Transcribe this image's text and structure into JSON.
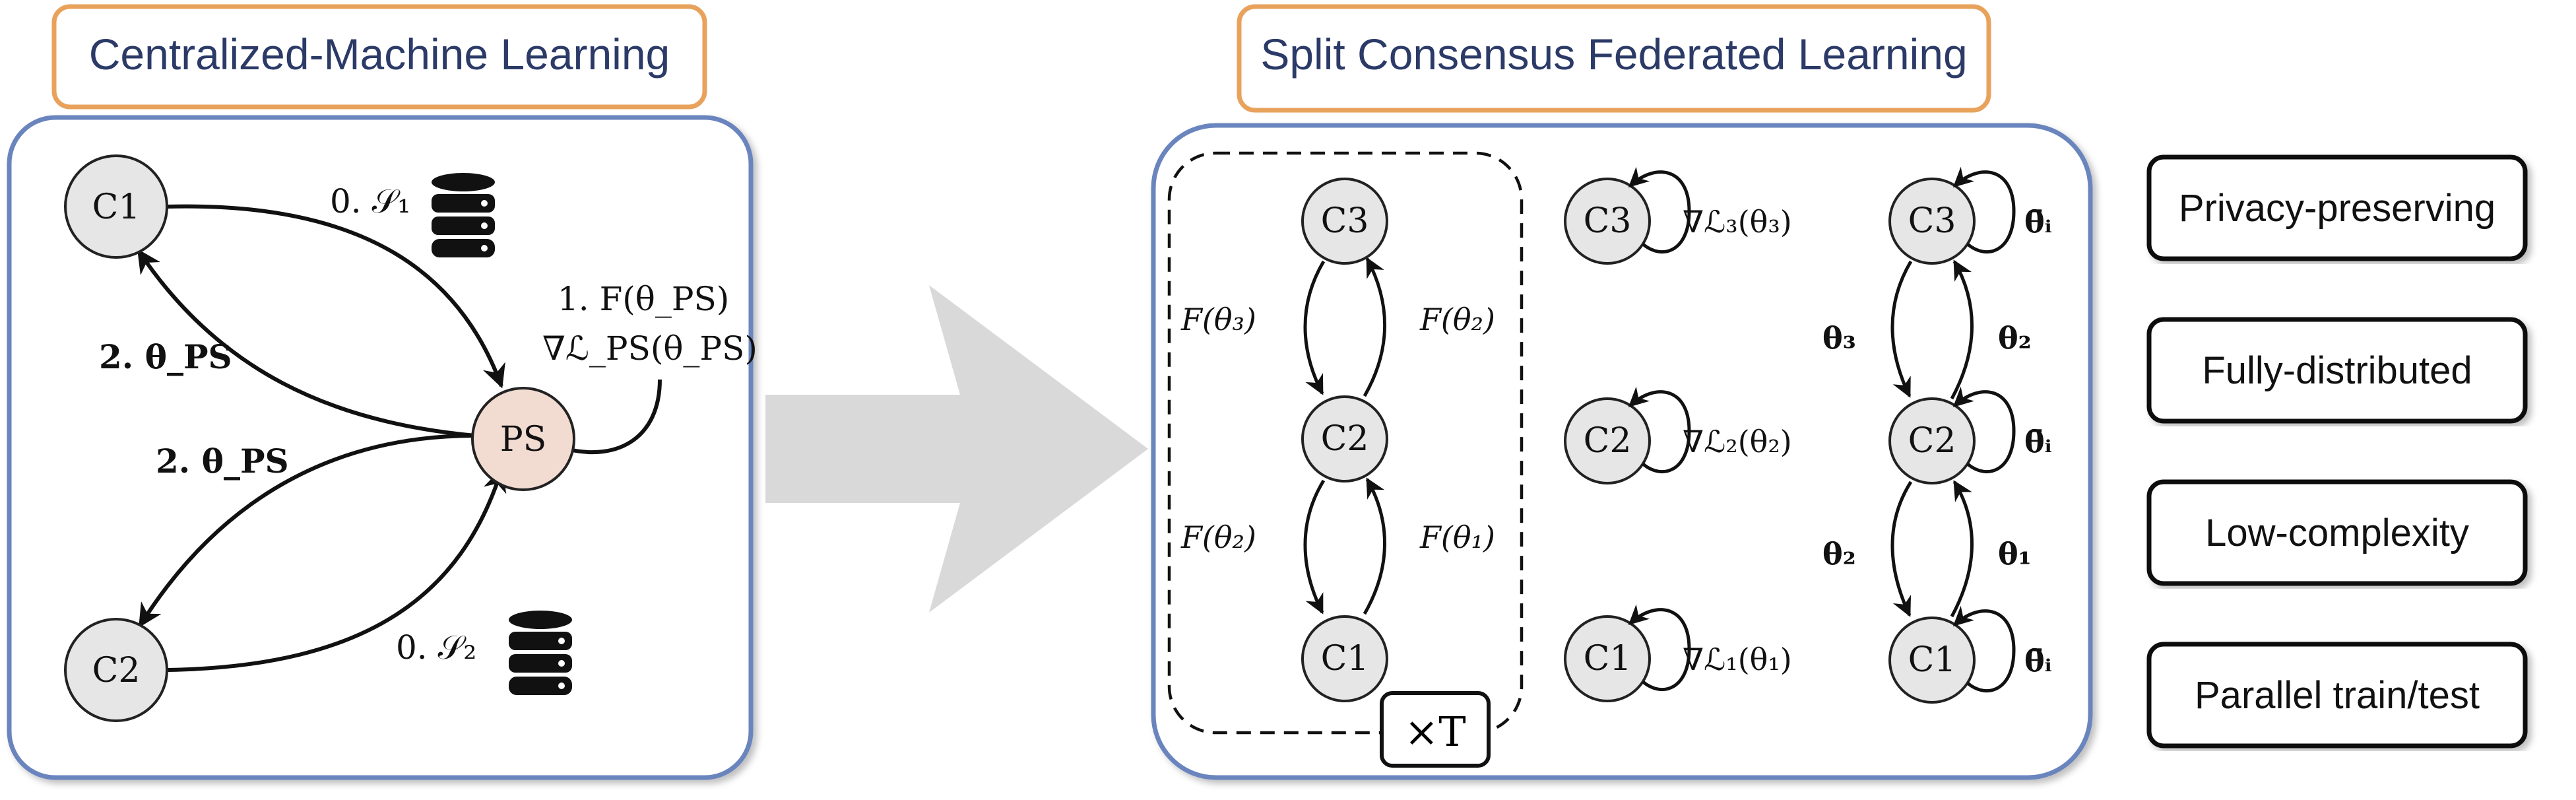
{
  "left_panel": {
    "title": "Centralized-Machine Learning",
    "nodes": {
      "c1": "C1",
      "c2": "C2",
      "ps": "PS"
    },
    "labels": {
      "s1": "0. 𝒮₁",
      "s2": "0. 𝒮₂",
      "theta_ps_upper": "2. θ_PS",
      "theta_ps_lower": "2. θ_PS",
      "f_theta_ps": "1. F(θ_PS)",
      "grad_ps": "∇ℒ_PS(θ_PS)"
    },
    "icons": [
      "database-icon",
      "database-icon"
    ]
  },
  "right_panel": {
    "title": "Split Consensus Federated Learning",
    "column1": {
      "nodes": [
        "C3",
        "C2",
        "C1"
      ],
      "labels": {
        "f3": "F(θ₃)",
        "f2_top": "F(θ₂)",
        "f2_bottom": "F(θ₂)",
        "f1": "F(θ₁)"
      },
      "repeat": "×T"
    },
    "column2": {
      "nodes": [
        "C3",
        "C2",
        "C1"
      ],
      "labels": [
        "∇ℒ₃(θ₃)",
        "∇ℒ₂(θ₂)",
        "∇ℒ₁(θ₁)"
      ]
    },
    "column3": {
      "nodes": [
        "C3",
        "C2",
        "C1"
      ],
      "self_labels": [
        "θ̄ᵢ",
        "θ̄ᵢ",
        "θ̄ᵢ"
      ],
      "edge_labels": {
        "t3": "θ₃",
        "t2_top": "θ₂",
        "t2_bottom": "θ₂",
        "t1": "θ₁"
      }
    }
  },
  "features": [
    "Privacy-preserving",
    "Fully-distributed",
    "Low-complexity",
    "Parallel train/test"
  ],
  "colors": {
    "title_border": "#e8a25c",
    "panel_border": "#6b85be",
    "title_text": "#2b3a67",
    "node_fill": "#e6e6e6",
    "ps_fill": "#f2dbd0",
    "arrow_fill": "#d9d9d9"
  }
}
